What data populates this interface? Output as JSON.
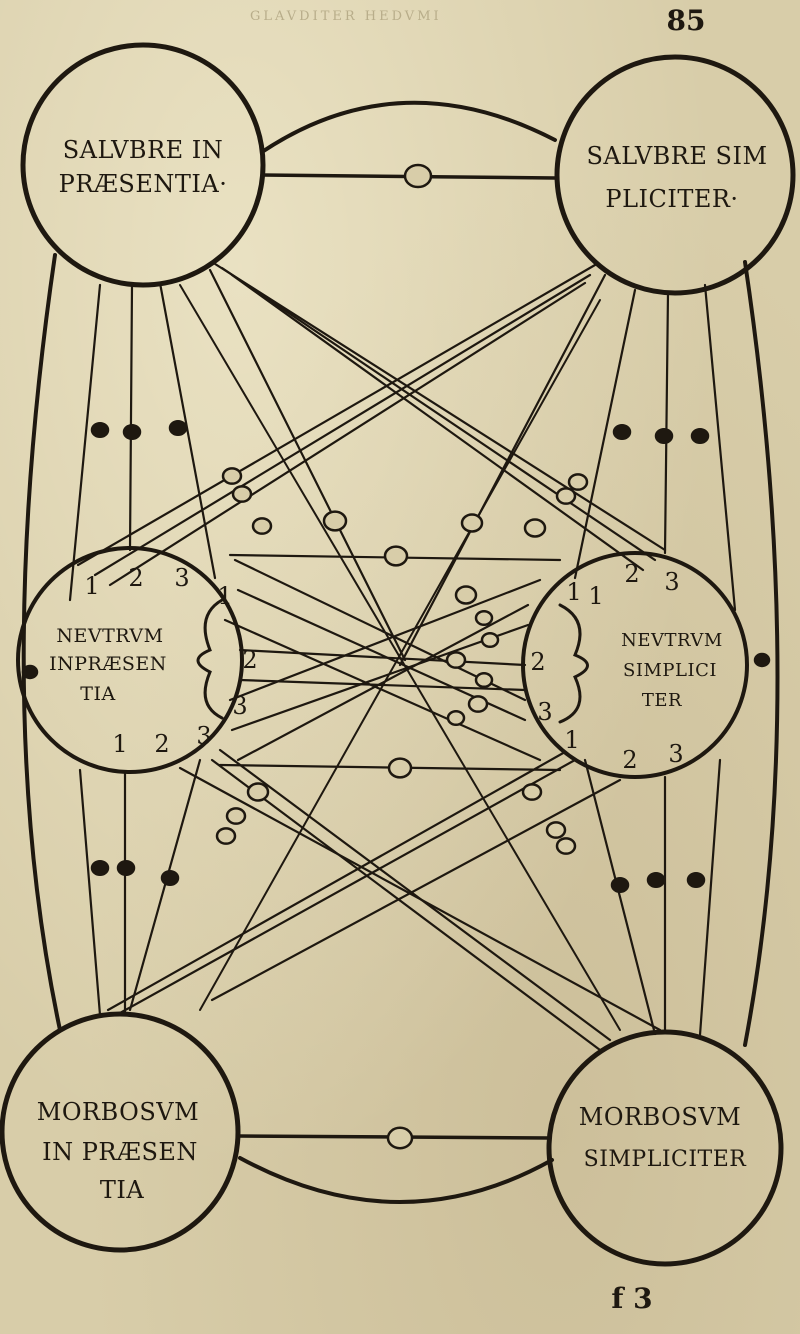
{
  "page": {
    "header_bleed": "GLAVDITER HEDVMI",
    "page_number": "85",
    "signature_mark": "f 3"
  },
  "circles": {
    "salubre_praesentia": [
      "SALVBRE IN",
      "PRÆSENTIA·"
    ],
    "salubre_simpliciter": [
      "SALVBRE SIM",
      "PLICITER·"
    ],
    "neutrum_praesentia": [
      "NEVTRVM",
      "INPRÆSEN",
      "TIA"
    ],
    "neutrum_simpliciter": [
      "NEVTRVM",
      "SIMPLICI",
      "TER"
    ],
    "morbosum_praesentia": [
      "MORBOSVM",
      "IN PRÆSEN",
      "TIA"
    ],
    "morbosum_simpliciter": [
      "MORBOSVM",
      "SIMPLICITER"
    ]
  },
  "numerals": {
    "left_top": [
      "1",
      "2",
      "3"
    ],
    "left_bottom": [
      "1",
      "2",
      "3"
    ],
    "left_brace": [
      "1",
      "2",
      "3"
    ],
    "right_top": [
      "1",
      "2",
      "3"
    ],
    "right_bottom": [
      "1",
      "2",
      "3"
    ],
    "right_brace": [
      "1",
      "2",
      "3"
    ]
  },
  "colors": {
    "ink": "#1e1810",
    "paper": "#d8cda9"
  }
}
